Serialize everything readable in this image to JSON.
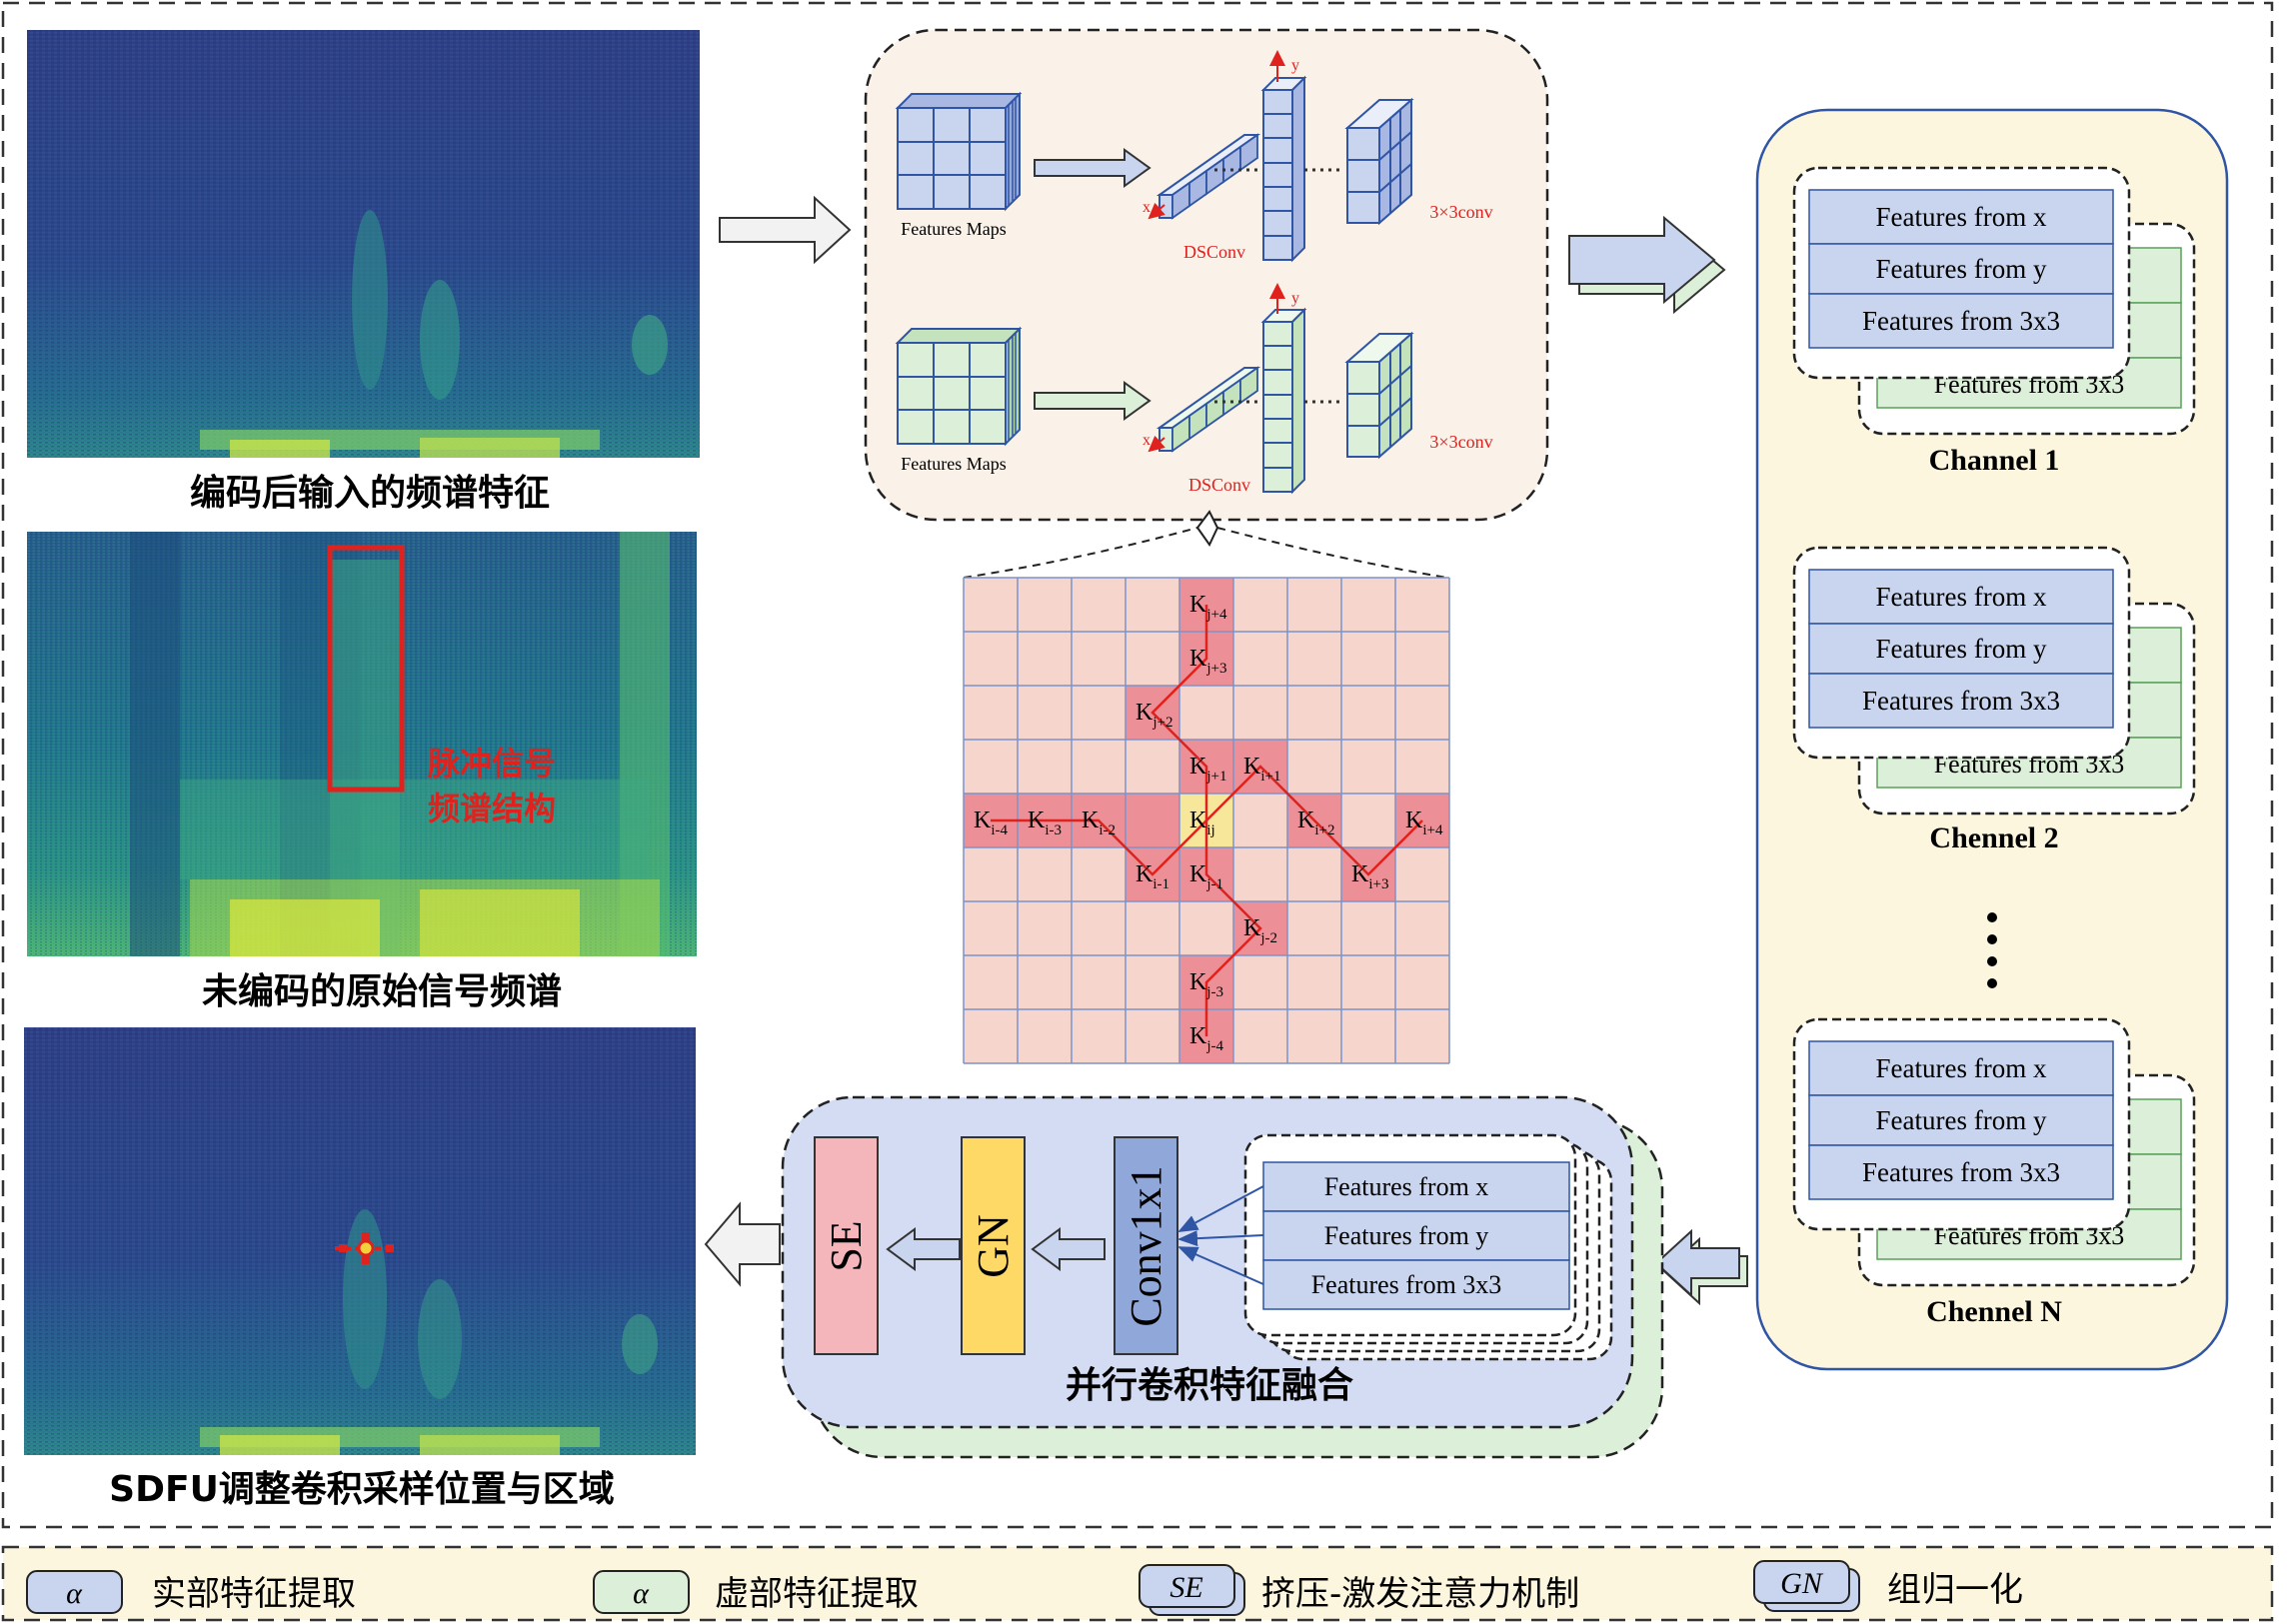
{
  "panels": {
    "encoded_title": "编码后输入的频谱特征",
    "raw_title": "未编码的原始信号频谱",
    "sdfu_title": "SDFU调整卷积采样位置与区域",
    "pulse_label_line1": "脉冲信号",
    "pulse_label_line2": "频谱结构"
  },
  "dsconv_box": {
    "features_maps_top": "Features Maps",
    "features_maps_bottom": "Features Maps",
    "dsconv_top": "DSConv",
    "dsconv_bottom": "DSConv",
    "conv3x3_top": "3×3conv",
    "conv3x3_bottom": "3×3conv",
    "axis_x": "x",
    "axis_y": "y"
  },
  "kernel_grid": {
    "cells": [
      {
        "id": "kj4",
        "base": "K",
        "sub": "j+4"
      },
      {
        "id": "kj3",
        "base": "K",
        "sub": "j+3"
      },
      {
        "id": "kj2",
        "base": "K",
        "sub": "j+2"
      },
      {
        "id": "kj1",
        "base": "K",
        "sub": "j+1"
      },
      {
        "id": "ki1",
        "base": "K",
        "sub": "i+1"
      },
      {
        "id": "kim4",
        "base": "K",
        "sub": "i-4"
      },
      {
        "id": "kim3",
        "base": "K",
        "sub": "i-3"
      },
      {
        "id": "kim2",
        "base": "K",
        "sub": "i-2"
      },
      {
        "id": "kij",
        "base": "K",
        "sub": "ij"
      },
      {
        "id": "ki2",
        "base": "K",
        "sub": "i+2"
      },
      {
        "id": "ki4",
        "base": "K",
        "sub": "i+4"
      },
      {
        "id": "kim1",
        "base": "K",
        "sub": "i-1"
      },
      {
        "id": "kjm1",
        "base": "K",
        "sub": "j-1"
      },
      {
        "id": "ki3",
        "base": "K",
        "sub": "i+3"
      },
      {
        "id": "kjm2",
        "base": "K",
        "sub": "j-2"
      },
      {
        "id": "kjm3",
        "base": "K",
        "sub": "j-3"
      },
      {
        "id": "kjm4",
        "base": "K",
        "sub": "j-4"
      }
    ]
  },
  "channels": [
    {
      "title": "Channel 1",
      "front": [
        "Features from x",
        "Features from y",
        "Features from 3x3"
      ],
      "back_bottom": "Features from 3x3"
    },
    {
      "title": "Chennel 2",
      "front": [
        "Features from x",
        "Features from y",
        "Features from 3x3"
      ],
      "back_bottom": "Features from 3x3"
    },
    {
      "title": "Chennel N",
      "front": [
        "Features from x",
        "Features from y",
        "Features from 3x3"
      ],
      "back_bottom": "Features from 3x3"
    }
  ],
  "fusion": {
    "title": "并行卷积特征融合",
    "se": "SE",
    "gn": "GN",
    "conv": "Conv1x1",
    "features": [
      "Features from x",
      "Features from y",
      "Features from 3x3"
    ]
  },
  "legend": {
    "alpha_real": "α",
    "real_label": "实部特征提取",
    "alpha_imag": "α",
    "imag_label": "虚部特征提取",
    "se_symbol": "SE",
    "se_label": "挤压-激发注意力机制",
    "gn_symbol": "GN",
    "gn_label": "组归一化"
  },
  "colors": {
    "real_blue": "#c9d5ef",
    "imag_green": "#dcefd8",
    "se_pink": "#f4b6bb",
    "gn_yellow": "#ffd966",
    "conv_blue": "#8fa7d9",
    "channel_bg": "#fdf6df",
    "fusion_bg": "#d3dcf3",
    "kernel_pink": "#f5d5cc",
    "kernel_red": "#ec8f96",
    "kernel_center": "#f7e79a",
    "label_red": "#e0221e"
  }
}
